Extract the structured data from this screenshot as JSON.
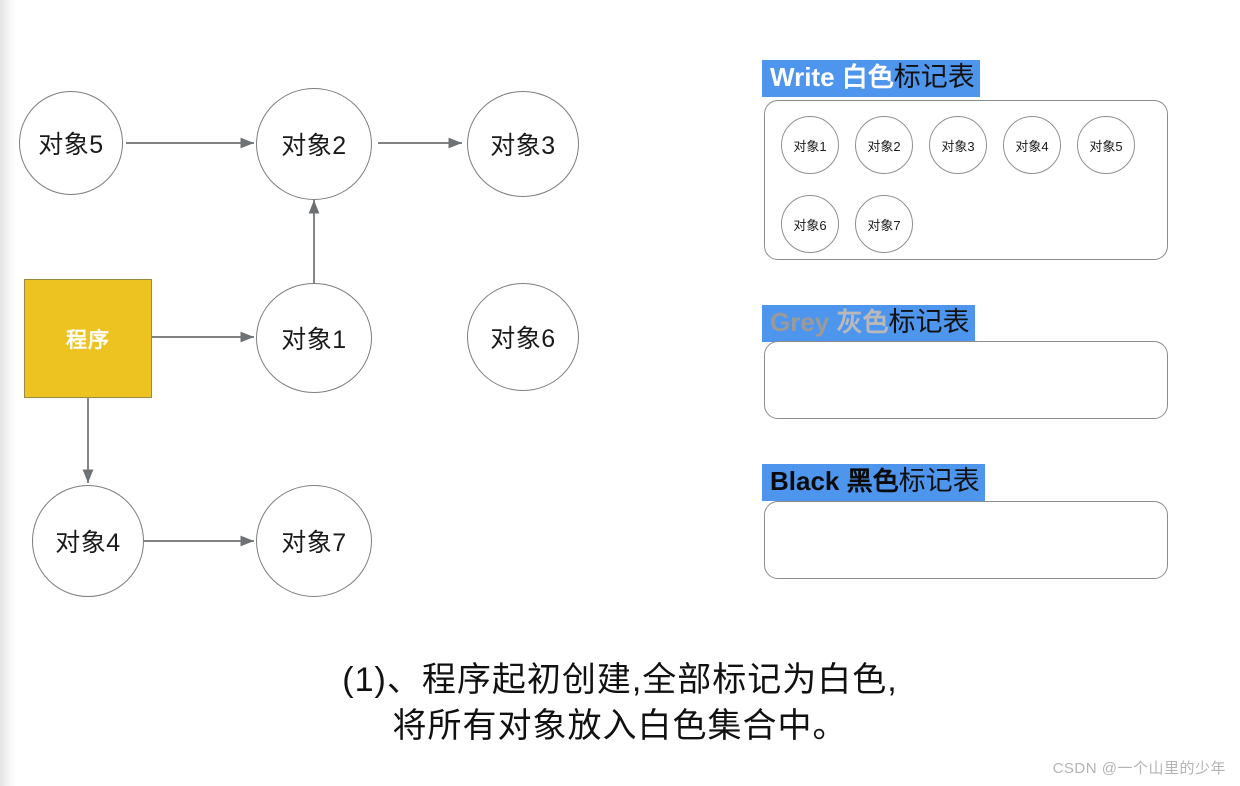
{
  "graph": {
    "program_box": {
      "label": "程序",
      "fill": "#edc321",
      "text_color": "#ffffff"
    },
    "nodes": [
      {
        "id": "obj5",
        "label": "对象5"
      },
      {
        "id": "obj2",
        "label": "对象2"
      },
      {
        "id": "obj3",
        "label": "对象3"
      },
      {
        "id": "obj1",
        "label": "对象1"
      },
      {
        "id": "obj6",
        "label": "对象6"
      },
      {
        "id": "obj4",
        "label": "对象4"
      },
      {
        "id": "obj7",
        "label": "对象7"
      }
    ],
    "edges": [
      {
        "from": "obj5",
        "to": "obj2"
      },
      {
        "from": "obj2",
        "to": "obj3"
      },
      {
        "from": "obj1",
        "to": "obj2"
      },
      {
        "from": "程序",
        "to": "obj1"
      },
      {
        "from": "程序",
        "to": "obj4"
      },
      {
        "from": "obj4",
        "to": "obj7"
      }
    ],
    "edge_color": "#6e7173",
    "node_border_color": "#7b7e80"
  },
  "tables": [
    {
      "key": "white",
      "latin": "Write",
      "cn_color_word": "白色",
      "suffix": "标记表",
      "latin_style": "white",
      "cn_style": "white",
      "highlight": "#4e95ee",
      "items": [
        "对象1",
        "对象2",
        "对象3",
        "对象4",
        "对象5",
        "对象6",
        "对象7"
      ]
    },
    {
      "key": "grey",
      "latin": "Grey",
      "cn_color_word": "灰色",
      "suffix": "标记表",
      "latin_style": "grey",
      "cn_style": "grey",
      "highlight": "#4e95ee",
      "items": []
    },
    {
      "key": "black",
      "latin": "Black",
      "cn_color_word": "黑色",
      "suffix": "标记表",
      "latin_style": "black",
      "cn_style": "black",
      "highlight": "#4e95ee",
      "items": []
    }
  ],
  "caption": {
    "line1": "(1)、程序起初创建,全部标记为白色,",
    "line2": "将所有对象放入白色集合中。"
  },
  "watermark": {
    "text": "CSDN @一个山里的少年"
  }
}
